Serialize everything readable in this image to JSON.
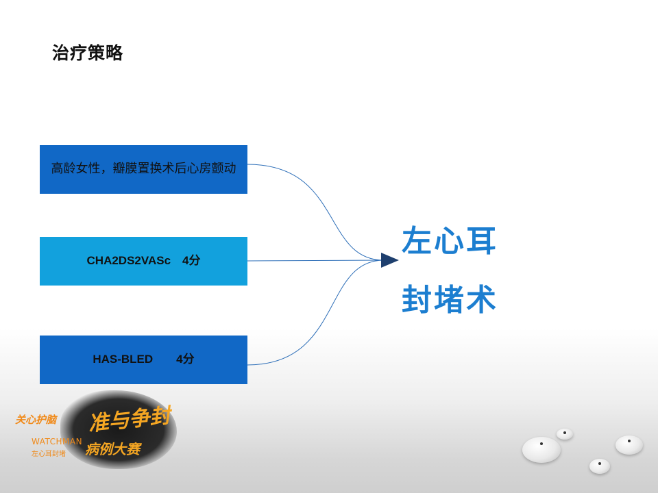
{
  "slide": {
    "title": "治疗策略"
  },
  "boxes": [
    {
      "label": "高龄女性，瓣膜置换术后心房颤动",
      "color": "#1168c6"
    },
    {
      "label": "CHA2DS2VASc　4分",
      "color": "#12a1dd"
    },
    {
      "label": "HAS-BLED　　4分",
      "color": "#1168c6"
    }
  ],
  "result": {
    "line1": "左心耳",
    "line2": "封堵术",
    "color": "#1c7ed0"
  },
  "logo": {
    "slogan": "关心护脑",
    "brush_text": "准与争封",
    "brand": "WATCHMAN",
    "brand_sub": "左心耳封堵",
    "contest": "病例大赛"
  },
  "connector_color": "#2e6fb8"
}
